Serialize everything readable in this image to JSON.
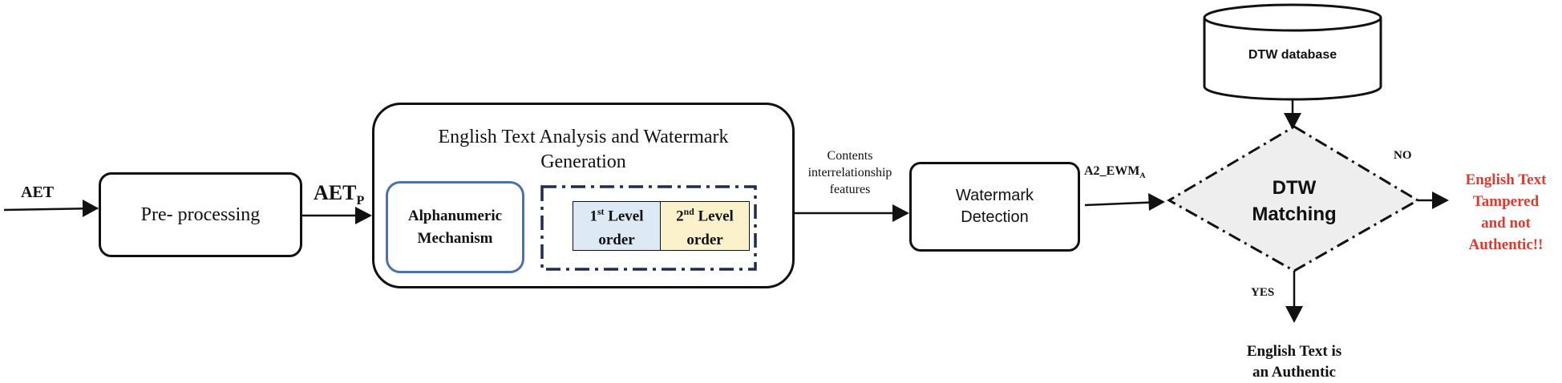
{
  "input": {
    "label": "AET"
  },
  "preprocessing": {
    "label": "Pre- processing"
  },
  "aetp": {
    "base": "AET",
    "sub": "P"
  },
  "analysis": {
    "title_line1": "English Text Analysis and Watermark",
    "title_line2": "Generation",
    "alpha_line1": "Alphanumeric",
    "alpha_line2": "Mechanism",
    "level1_num": "1",
    "level1_sup": "st",
    "level1_word": " Level",
    "level1_line2": "order",
    "level2_num": "2",
    "level2_sup": "nd",
    "level2_word": " Level",
    "level2_line2": "order"
  },
  "features": {
    "line1": "Contents",
    "line2": "interrelationship",
    "line3": "features"
  },
  "detection": {
    "line1": "Watermark",
    "line2": "Detection"
  },
  "ewm": {
    "base": "A2_EWM",
    "sub": "A"
  },
  "database": {
    "label": "DTW database"
  },
  "matching": {
    "line1": "DTW",
    "line2": "Matching"
  },
  "no": {
    "label": "NO"
  },
  "yes": {
    "label": "YES"
  },
  "tampered": {
    "line1": "English Text",
    "line2": "Tampered",
    "line3": "and not",
    "line4": "Authentic!!"
  },
  "authentic": {
    "line1": "English Text is",
    "line2": "an Authentic"
  },
  "colors": {
    "alpha_border": "#4a72b0",
    "level1_fill": "#dde9f5",
    "level2_fill": "#fbf2cc",
    "diamond_fill": "#eeeeee",
    "tampered_text": "#e03a2f"
  }
}
